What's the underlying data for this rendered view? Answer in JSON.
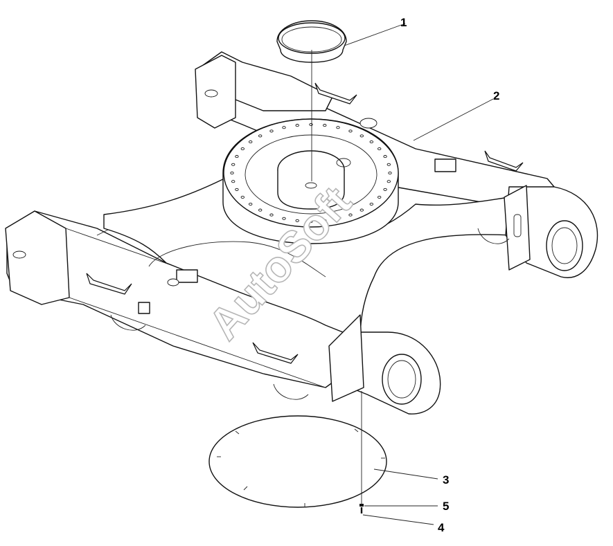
{
  "watermark": "AutoSoft",
  "callouts": [
    {
      "id": "c1",
      "label": "1"
    },
    {
      "id": "c2",
      "label": "2"
    },
    {
      "id": "c3",
      "label": "3"
    },
    {
      "id": "c4",
      "label": "4"
    },
    {
      "id": "c5",
      "label": "5"
    }
  ]
}
